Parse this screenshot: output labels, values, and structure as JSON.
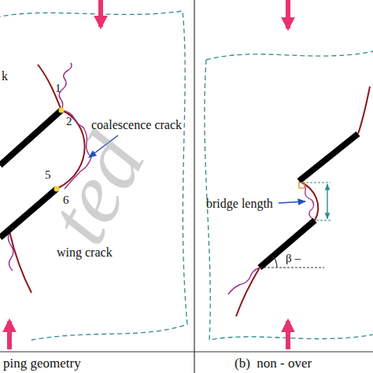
{
  "diagram": {
    "labels": [
      "k",
      "1",
      "2",
      "coalescence crack",
      "5",
      "6",
      "wing crack",
      "ping geometry",
      "bridge length",
      "β –",
      "(b)  non - over",
      "ted"
    ]
  }
}
